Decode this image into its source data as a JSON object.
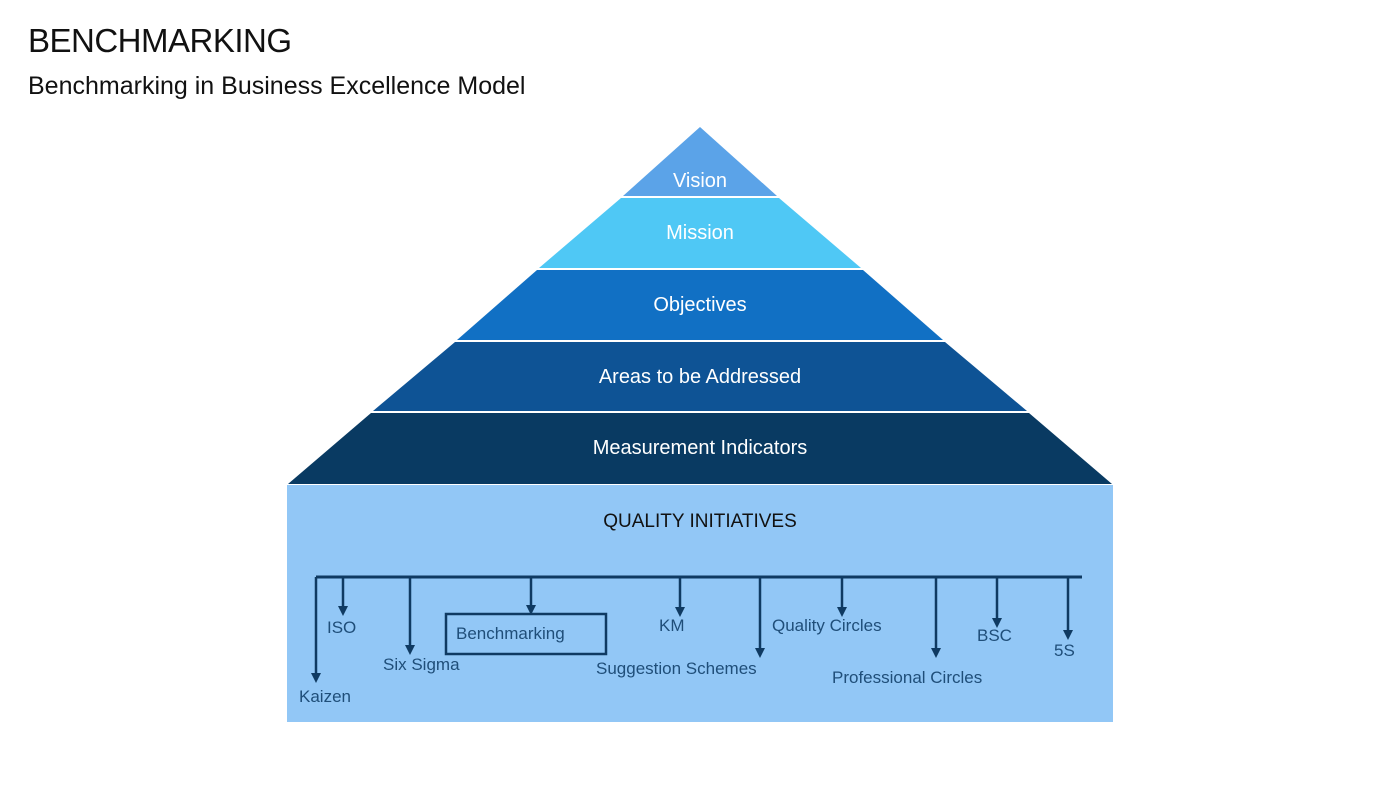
{
  "header": {
    "title": "BENCHMARKING",
    "subtitle": "Benchmarking in Business Excellence Model"
  },
  "pyramid": {
    "tiers": [
      {
        "label": "Vision",
        "color": "#5ba3e8"
      },
      {
        "label": "Mission",
        "color": "#4fc8f5"
      },
      {
        "label": "Objectives",
        "color": "#1170c4"
      },
      {
        "label": "Areas to be Addressed",
        "color": "#0e5395"
      },
      {
        "label": "Measurement Indicators",
        "color": "#093a62"
      }
    ]
  },
  "base": {
    "heading": "QUALITY INITIATIVES",
    "color": "#92c7f6",
    "line_color": "#0f3a62",
    "initiatives": [
      {
        "label": "Kaizen"
      },
      {
        "label": "ISO"
      },
      {
        "label": "Six Sigma"
      },
      {
        "label": "Benchmarking",
        "highlighted": true
      },
      {
        "label": "KM"
      },
      {
        "label": "Suggestion Schemes"
      },
      {
        "label": "Quality Circles"
      },
      {
        "label": "Professional Circles"
      },
      {
        "label": "BSC"
      },
      {
        "label": "5S"
      }
    ]
  }
}
